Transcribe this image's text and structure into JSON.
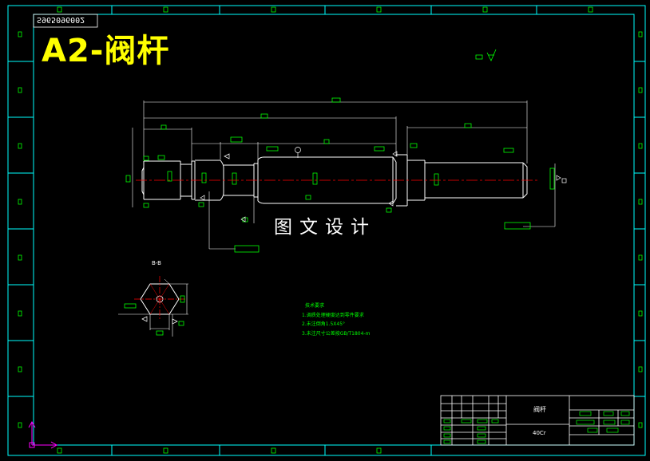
{
  "title": "A2-阀杆",
  "watermark": "图文设计",
  "stamp": "S965096002",
  "section_label": "B-B",
  "technical_requirements": {
    "heading": "技术要求",
    "items": [
      "1.调质处理硬度达到零件要求",
      "2.未注倒角1.5X45°",
      "3.未注尺寸公差按GB/T1804-m"
    ]
  },
  "title_block": {
    "part_name": "阀杆",
    "material": "40Cr"
  },
  "colors": {
    "background": "#000000",
    "frame": "#00ffff",
    "part_outline": "#ffffff",
    "dimensions": "#00ff00",
    "centerline": "#ff0000",
    "title": "#ffff00",
    "ucs_icon": "#ff00ff"
  }
}
